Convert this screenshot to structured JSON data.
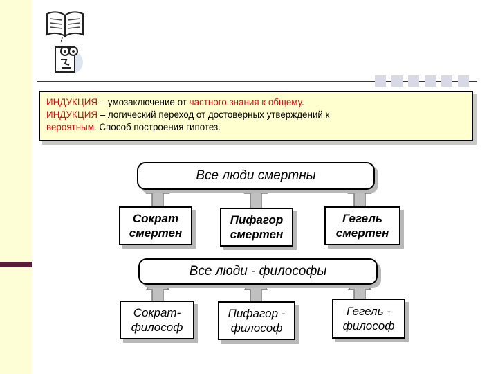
{
  "definition": {
    "line1_term": "ИНДУКЦИЯ",
    "line1_mid": " – умозаключение от ",
    "line1_red": "частного знания к общему",
    "line1_end": ".",
    "line2_term": "ИНДУКЦИЯ",
    "line2_rest": " – логический переход от достоверных утверждений к",
    "line3_red": "вероятным",
    "line3_rest": ". Способ построения гипотез."
  },
  "diagram": {
    "top_conclusion": "Все люди смертны",
    "top_premises": [
      "Сократ\nсмертен",
      "Пифагор\nсмертен",
      "Гегель\nсмертен"
    ],
    "bottom_conclusion": "Все люди - философы",
    "bottom_premises": [
      "Сократ-\nфилософ",
      "Пифагор -\nфилософ",
      "Гегель -\nфилософ"
    ]
  },
  "colors": {
    "red_text": "#d01010",
    "box_fill": "#ffffd0",
    "arrow_fill": "#c0c0c0",
    "band": "#fefed6",
    "accent": "#5c1a3c"
  },
  "icons": [
    "open-book-icon",
    "thinking-face-icon"
  ]
}
